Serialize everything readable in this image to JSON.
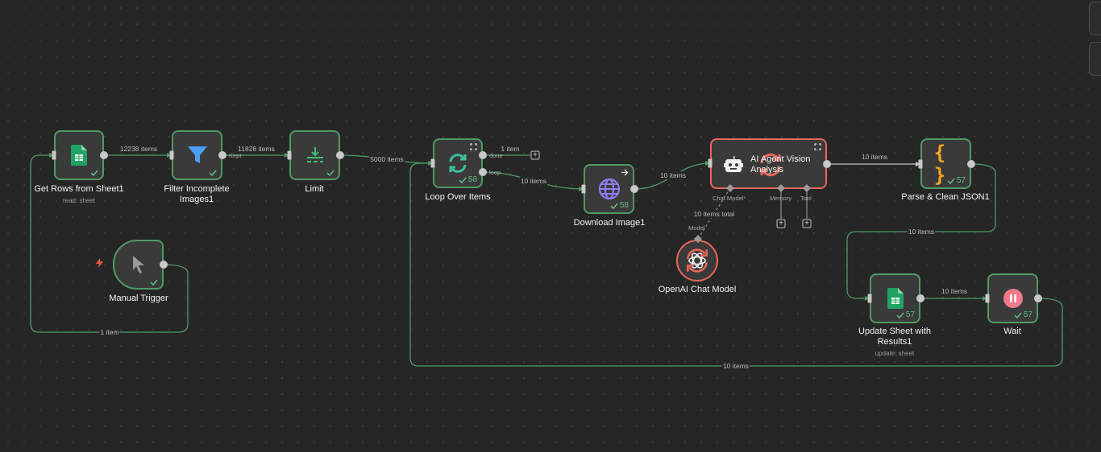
{
  "nodes": {
    "get_rows": {
      "title": "Get Rows from Sheet1",
      "subtitle": "read: sheet",
      "icon": "google-sheets-icon"
    },
    "filter": {
      "title_line1": "Filter Incomplete",
      "title_line2": "Images1",
      "port_label": "Kept",
      "icon": "filter-icon"
    },
    "limit": {
      "title": "Limit",
      "icon": "limit-icon"
    },
    "loop": {
      "title": "Loop Over Items",
      "count": "58",
      "port_done": "done",
      "port_loop": "loop",
      "icon": "loop-icon"
    },
    "download": {
      "title": "Download Image1",
      "count": "58",
      "icon": "globe-icon"
    },
    "ai_agent": {
      "title_line1": "AI Agent Vision",
      "title_line2": "Analysis",
      "port_chat_model": "Chat Model",
      "port_chat_model_required": "*",
      "port_memory": "Memory",
      "port_tool": "Tool",
      "icon": "robot-icon"
    },
    "openai": {
      "title": "OpenAI Chat Model",
      "port_model": "Model",
      "icon": "openai-icon"
    },
    "parse": {
      "title": "Parse & Clean JSON1",
      "count": "57",
      "icon": "code-braces-icon"
    },
    "update": {
      "title_line1": "Update Sheet with",
      "title_line2": "Results1",
      "subtitle": "update: sheet",
      "count": "57",
      "icon": "google-sheets-icon"
    },
    "wait": {
      "title": "Wait",
      "count": "57",
      "icon": "pause-icon"
    },
    "manual": {
      "title": "Manual Trigger",
      "icon": "cursor-icon"
    }
  },
  "edges": {
    "get_to_filter": "12238 items",
    "filter_to_limit": "11828 items",
    "limit_to_loop": "5000 items",
    "loop_done": "1 item",
    "loop_to_download": "10 items",
    "download_to_ai": "10 items",
    "ai_to_parse": "10 items",
    "model_total": "10 items total",
    "parse_to_update": "10 items",
    "update_to_wait": "10 items",
    "wait_to_loop": "10 items",
    "manual_to_get": "1 item"
  },
  "colors": {
    "success": "#5fbf80",
    "error": "#e8665a",
    "edge": "#4e9a66",
    "canvas": "#262626"
  }
}
